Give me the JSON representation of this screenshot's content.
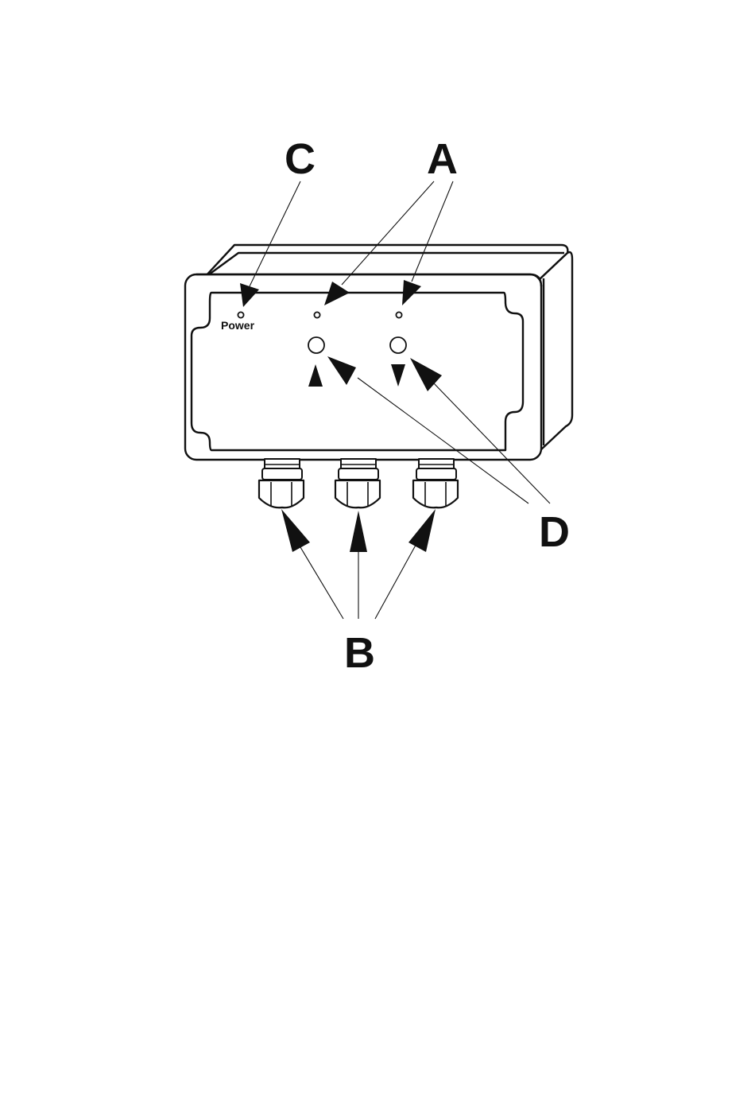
{
  "callouts": {
    "a": "A",
    "b": "B",
    "c": "C",
    "d": "D"
  },
  "labels": {
    "power": "Power"
  },
  "icons": {
    "up": "triangle-up-icon",
    "down": "triangle-down-icon"
  },
  "colors": {
    "ink": "#111111",
    "background": "#ffffff"
  }
}
